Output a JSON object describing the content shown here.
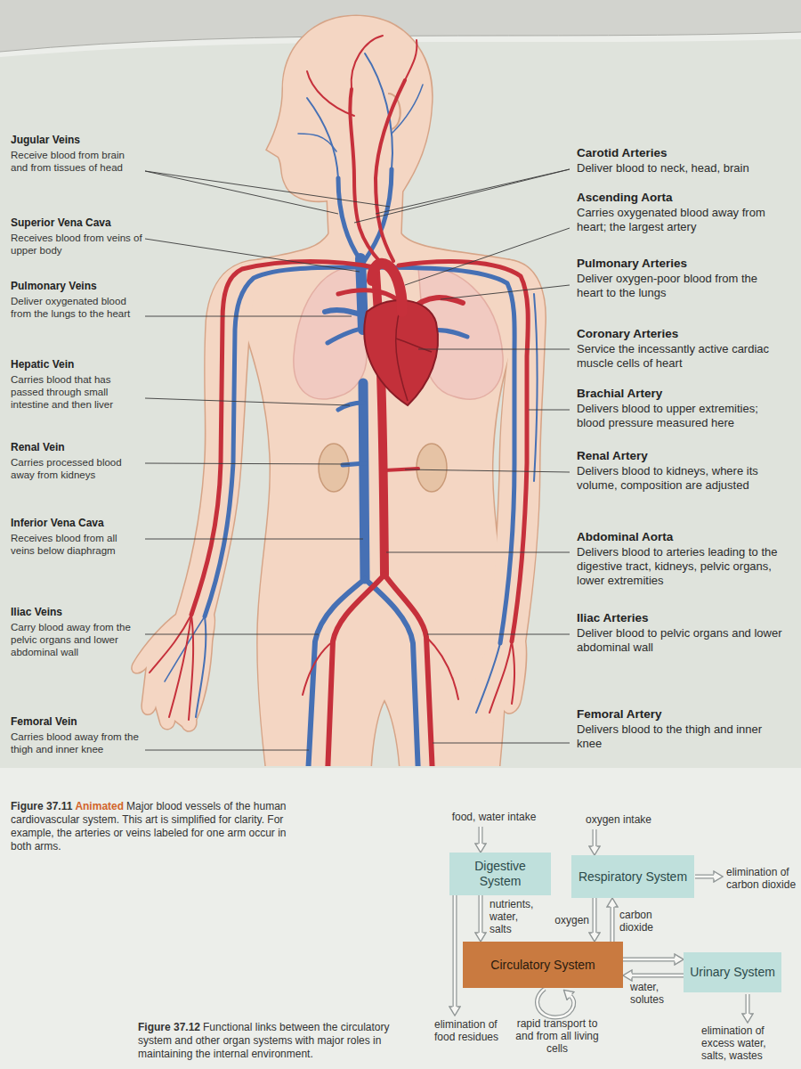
{
  "diagram": {
    "nodes": [
      {
        "text": [
          "Digestive System"
        ]
      },
      {
        "text": [
          "Respiratory System"
        ]
      },
      {
        "text": [
          "Circulatory System"
        ]
      },
      {
        "text": [
          "Urinary System"
        ]
      }
    ],
    "edges": [
      {
        "from": 0,
        "to": 2,
        "arrow": "to",
        "label": "nutrients, water, salts"
      },
      {
        "from": 1,
        "to": 2,
        "arrow": "to",
        "label": "oxygen"
      },
      {
        "from": 2,
        "to": 1,
        "arrow": "to",
        "label": "carbon dioxide"
      },
      {
        "from": 2,
        "to": 3,
        "arrow": "to"
      },
      {
        "from": 3,
        "to": 2,
        "arrow": "to",
        "label": "water, solutes"
      }
    ],
    "labels": [
      "Jugular Veins",
      "Receive blood from brain and from tissues of head",
      "Superior Vena Cava",
      "Receives blood from veins of upper body",
      "Pulmonary Veins",
      "Deliver oxygenated blood from the lungs to the heart",
      "Hepatic Vein",
      "Carries blood that has passed through small intestine and then liver",
      "Renal Vein",
      "Carries processed blood away from kidneys",
      "Inferior Vena Cava",
      "Receives blood from all veins below diaphragm",
      "Iliac Veins",
      "Carry blood away from the pelvic organs and lower abdominal wall",
      "Femoral Vein",
      "Carries blood away from the thigh and inner knee",
      "Carotid Arteries",
      "Deliver blood to neck, head, brain",
      "Ascending Aorta",
      "Carries oxygenated blood away from heart; the largest artery",
      "Pulmonary Arteries",
      "Deliver oxygen-poor blood from the heart to the lungs",
      "Coronary Arteries",
      "Service the incessantly active cardiac muscle cells of heart",
      "Brachial Artery",
      "Delivers blood to upper extremities; blood pressure measured here",
      "Renal Artery",
      "Delivers blood to kidneys, where its volume, composition are adjusted",
      "Abdominal Aorta",
      "Delivers blood to arteries leading to the digestive tract, kidneys, pelvic organs, lower extremities",
      "Iliac Arteries",
      "Deliver blood to pelvic organs and lower abdominal wall",
      "Femoral Artery",
      "Delivers blood to the thigh and inner knee",
      "Figure 37.11",
      "Animated",
      "Major blood vessels of the human cardiovascular system. This art is simplified for clarity. For example, the arteries or veins labeled for one arm occur in both arms.",
      "Figure 37.12",
      "Functional links between the circulatory system and other organ systems with major roles in maintaining the internal environment.",
      "food, water intake",
      "oxygen intake",
      "elimination of carbon dioxide",
      "elimination of food residues",
      "rapid transport to and from all living cells",
      "elimination of excess water, salts, wastes"
    ]
  }
}
